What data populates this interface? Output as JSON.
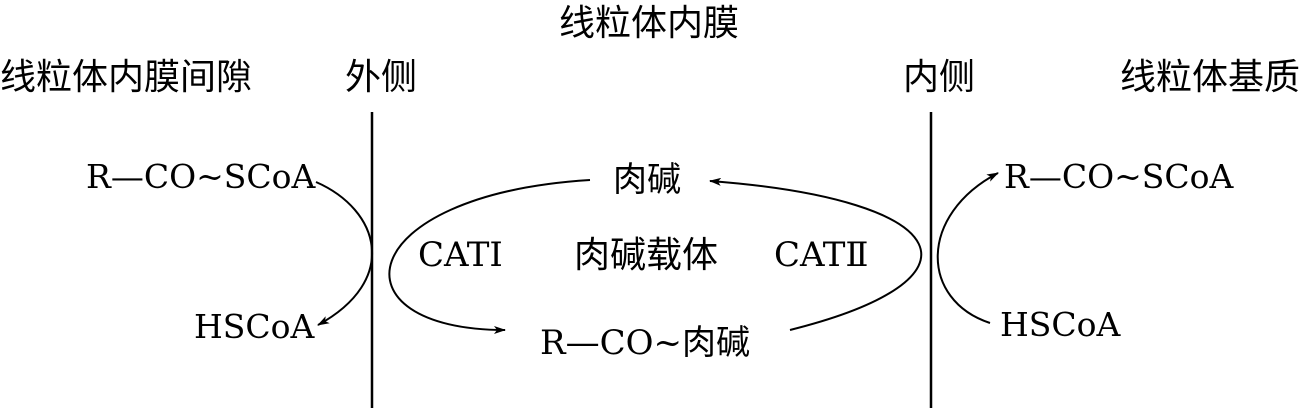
{
  "title": "线粒体内膜",
  "regions": {
    "intermembrane_space": "线粒体内膜间隙",
    "outer_side": "外侧",
    "inner_side": "内侧",
    "matrix": "线粒体基质"
  },
  "left": {
    "acyl_coa": "R—CO~SCoA",
    "hscoa": "HSCoA"
  },
  "center": {
    "carnitine": "肉碱",
    "cat1": "CATⅠ",
    "carrier": "肉碱载体",
    "cat2": "CATⅡ",
    "acyl_carnitine": "R—CO~肉碱"
  },
  "right": {
    "acyl_coa": "R—CO~SCoA",
    "hscoa": "HSCoA"
  }
}
